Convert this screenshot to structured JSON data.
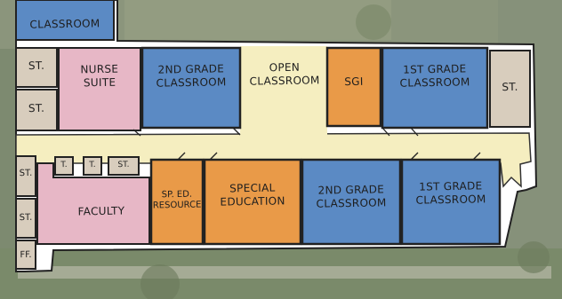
{
  "colors": {
    "classroom": "#5b8ac4",
    "special_ed": "#e99a48",
    "nurse_faculty": "#e7b7c6",
    "storage": "#d8cdbd",
    "corridor": "#f5eec0",
    "outline": "#222222",
    "ground": "#7d8a70"
  },
  "rooms": {
    "top_left": {
      "label": "CLASSROOM"
    },
    "storage_a": {
      "label": "ST."
    },
    "storage_b": {
      "label": "ST."
    },
    "nurse_suite": {
      "label": "NURSE\nSUITE"
    },
    "classroom_2nd_top": {
      "label": "2ND GRADE\nCLASSROOM"
    },
    "open_classroom": {
      "label": "OPEN\nCLASSROOM"
    },
    "sgi": {
      "label": "SGI"
    },
    "classroom_1st_top": {
      "label": "1ST GRADE\nCLASSROOM"
    },
    "storage_right": {
      "label": "ST."
    },
    "storage_left_1": {
      "label": "ST."
    },
    "storage_left_2": {
      "label": "ST."
    },
    "office_ff": {
      "label": "FF."
    },
    "toilet_1": {
      "label": "T."
    },
    "toilet_2": {
      "label": "T."
    },
    "storage_small": {
      "label": "ST."
    },
    "faculty": {
      "label": "FACULTY"
    },
    "sped_resource": {
      "label": "SP. ED.\nRESOURCE"
    },
    "special_education": {
      "label": "SPECIAL\nEDUCATION"
    },
    "classroom_2nd_bottom": {
      "label": "2ND GRADE\nCLASSROOM"
    },
    "classroom_1st_bottom": {
      "label": "1ST GRADE\nCLASSROOM"
    }
  }
}
